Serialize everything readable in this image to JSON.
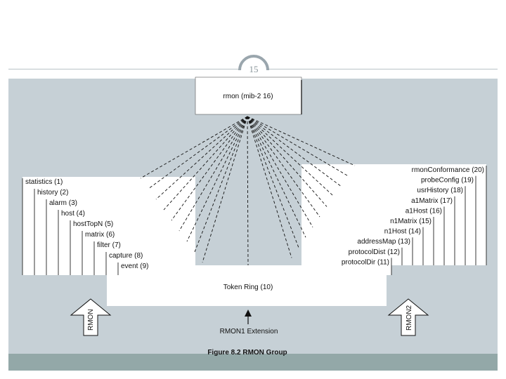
{
  "page_number": "15",
  "diagram": {
    "root": "rmon (mib-2 16)",
    "rmon1_groups": [
      "statistics (1)",
      "history (2)",
      "alarm (3)",
      "host (4)",
      "hostTopN (5)",
      "matrix (6)",
      "filter (7)",
      "capture (8)",
      "event (9)"
    ],
    "rmon2_groups": [
      "rmonConformance (20)",
      "probeConfig (19)",
      "usrHistory (18)",
      "a1Matrix (17)",
      "a1Host (16)",
      "n1Matrix (15)",
      "n1Host (14)",
      "addressMap (13)",
      "protocolDist (12)",
      "protocolDir (11)"
    ],
    "token_ring": "Token Ring (10)",
    "left_arrow_label": "RMON",
    "right_arrow_label": "RMON2",
    "extension_label": "RMON1 Extension",
    "caption": "Figure 8.2 RMON Group"
  },
  "colors": {
    "diagram_background": "#c6d0d6",
    "footer_band": "#93a8a8",
    "box_fill": "#ffffff",
    "line": "#111111",
    "badge_ring": "#9aa6ad"
  }
}
